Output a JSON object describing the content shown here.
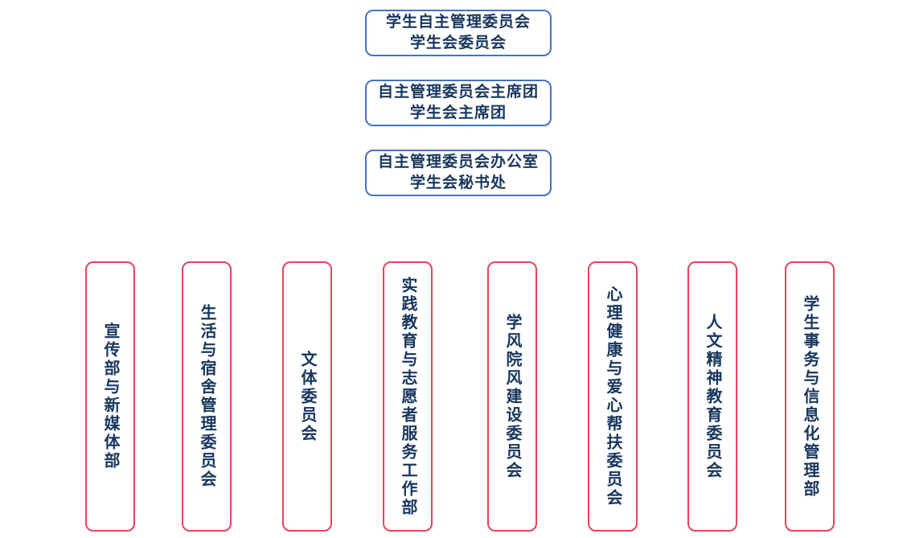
{
  "colors": {
    "top_border": "#4472C4",
    "bottom_border": "#E8435C",
    "text": "#17365D"
  },
  "top_boxes": [
    {
      "lines": [
        "学生自主管理委员会",
        "学生会委员会"
      ]
    },
    {
      "lines": [
        "自主管理委员会主席团",
        "学生会主席团"
      ]
    },
    {
      "lines": [
        "自主管理委员会办公室",
        "学生会秘书处"
      ]
    }
  ],
  "bottom_boxes": [
    {
      "label": "宣传部与新媒体部"
    },
    {
      "label": "生活与宿舍管理委员会"
    },
    {
      "label": "文体委员会"
    },
    {
      "label": "实践教育与志愿者服务工作部"
    },
    {
      "label": "学风院风建设委员会"
    },
    {
      "label": "心理健康与爱心帮扶委员会"
    },
    {
      "label": "人文精神教育委员会"
    },
    {
      "label": "学生事务与信息化管理部"
    }
  ]
}
